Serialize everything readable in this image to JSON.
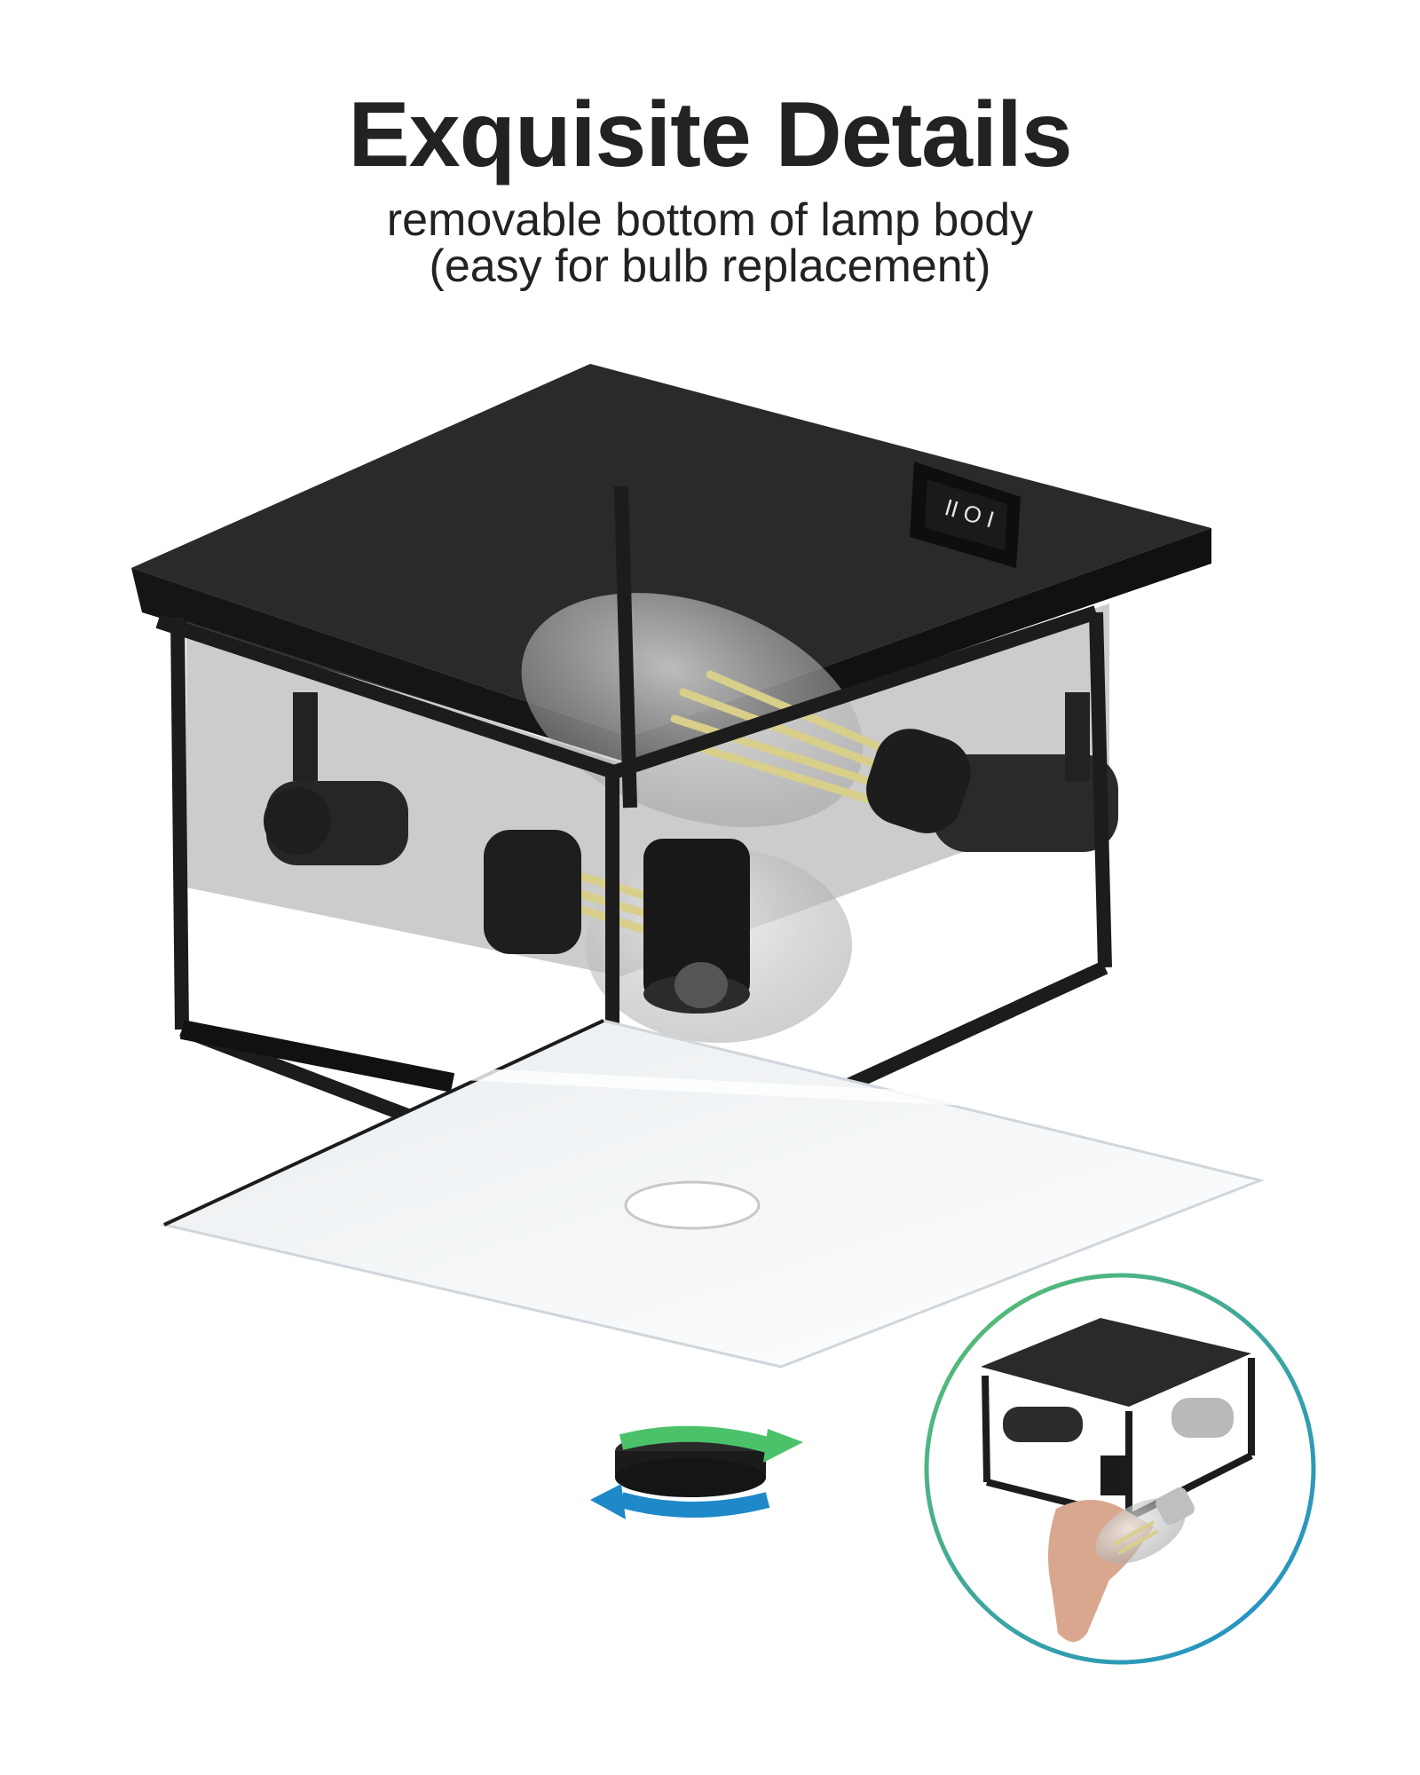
{
  "header": {
    "title": "Exquisite Details",
    "subtitle_line1": "removable bottom of lamp body",
    "subtitle_line2": "(easy for bulb replacement)"
  },
  "switch": {
    "label": "II O I"
  },
  "colors": {
    "frame": "#1c1c1c",
    "filament": "#d8cf8a",
    "arrow_green": "#4bc26a",
    "arrow_blue": "#1e88c8",
    "circle_gradient_start": "#5cc06a",
    "circle_gradient_end": "#1e8ed0"
  },
  "icons": {
    "rotation": "rotate-arrows-icon",
    "switch": "toggle-switch-icon"
  }
}
